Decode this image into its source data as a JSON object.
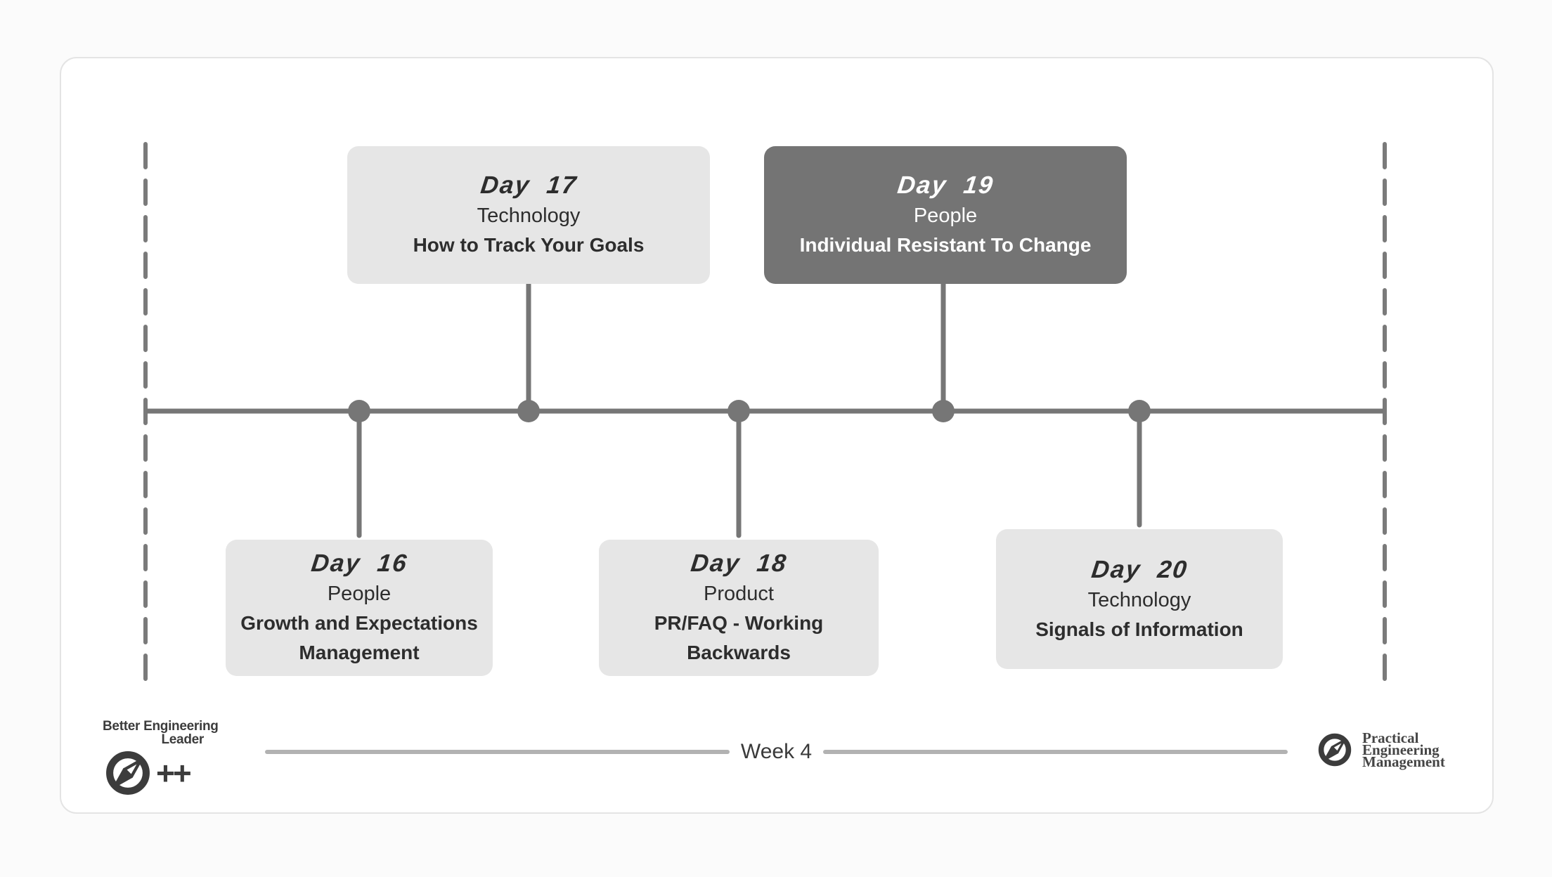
{
  "week": {
    "label": "Week 4"
  },
  "days": [
    {
      "label": "Day 16",
      "category": "People",
      "topic": "Growth and Expectations Management",
      "position": "bottom",
      "highlighted": false
    },
    {
      "label": "Day 17",
      "category": "Technology",
      "topic": "How to Track Your Goals",
      "position": "top",
      "highlighted": false
    },
    {
      "label": "Day 18",
      "category": "Product",
      "topic": "PR/FAQ - Working Backwards",
      "position": "bottom",
      "highlighted": false
    },
    {
      "label": "Day 19",
      "category": "People",
      "topic": "Individual Resistant To Change",
      "position": "top",
      "highlighted": true
    },
    {
      "label": "Day 20",
      "category": "Technology",
      "topic": "Signals of Information",
      "position": "bottom",
      "highlighted": false
    }
  ],
  "branding": {
    "left": {
      "title_line1": "Better Engineering",
      "title_line2": "Leader",
      "suffix": "++",
      "icon": "compass-icon"
    },
    "right": {
      "line1": "Practical",
      "line2": "Engineering",
      "line3": "Management",
      "icon": "compass-icon"
    }
  },
  "colors": {
    "timeline_gray": "#767676",
    "card_light": "#e6e6e6",
    "card_dark": "#747474",
    "card_dark_text": "#ffffff",
    "week_line_gray": "#b2b2b2",
    "logo_dark": "#3c3c3c",
    "frame_border": "#e4e4e4",
    "text_dark": "#2d2d2d"
  }
}
